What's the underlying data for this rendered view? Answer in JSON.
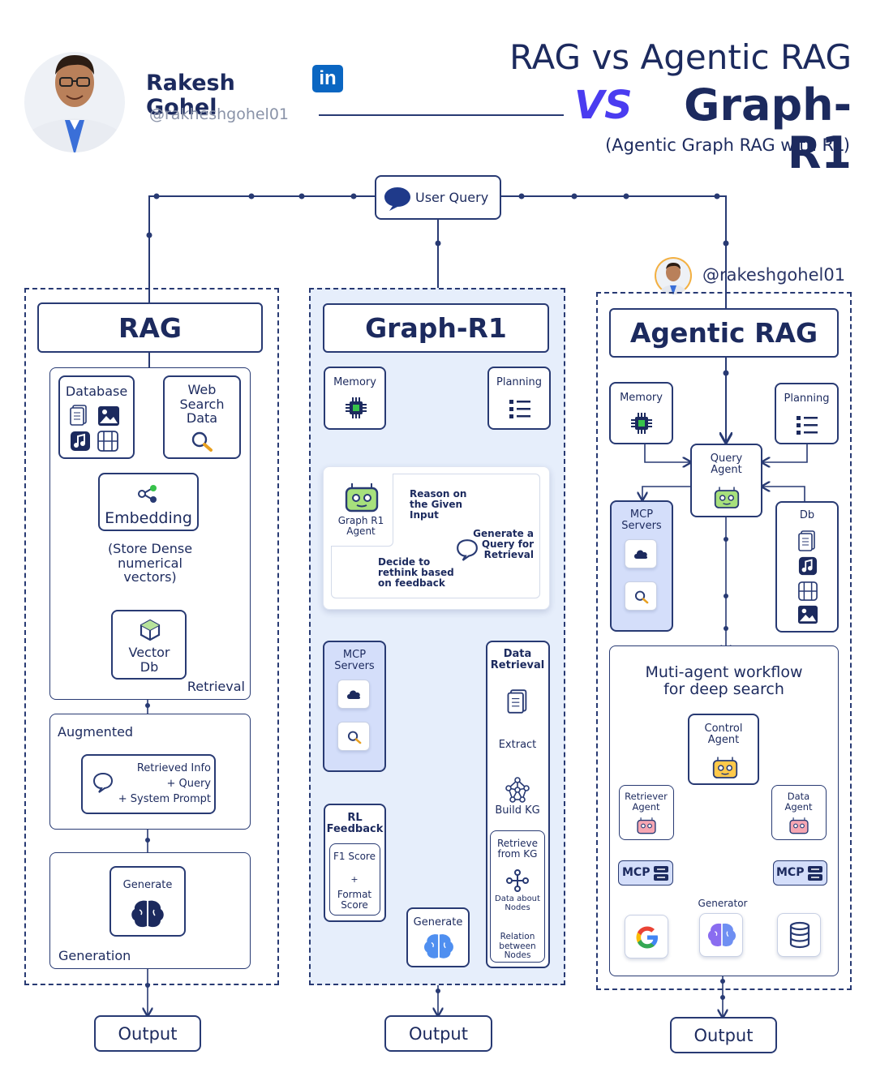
{
  "header": {
    "author_name": "Rakesh Gohel",
    "author_handle": "@rakheshgohel01",
    "title_line1": "RAG vs Agentic RAG",
    "title_vs": "VS",
    "title_line2": "Graph-R1",
    "subtitle": "(Agentic Graph RAG with RL)",
    "linkedin_label": "in",
    "watermark_handle": "@rakeshgohel01"
  },
  "user_query": "User Query",
  "rag": {
    "title": "RAG",
    "database": "Database",
    "web_search": "Web Search Data",
    "embedding": "Embedding",
    "store_note": "(Store Dense numerical vectors)",
    "vector_db": "Vector Db",
    "retrieval": "Retrieval",
    "augmented": "Augmented",
    "retrieved_info_1": "Retrieved Info",
    "retrieved_info_2": "+ Query",
    "retrieved_info_3": "+ System Prompt",
    "generate": "Generate",
    "generation": "Generation",
    "output": "Output"
  },
  "graph": {
    "title": "Graph-R1",
    "memory": "Memory",
    "planning": "Planning",
    "agent": "Graph R1 Agent",
    "reason": "Reason on the Given Input",
    "generate_query": "Generate a Query for Retrieval",
    "rethink": "Decide to rethink based on feedback",
    "mcp": "MCP Servers",
    "data_retrieval": "Data Retrieval",
    "extract": "Extract",
    "build_kg": "Build KG",
    "rl_feedback": "RL Feedback",
    "f1_score": "F1 Score",
    "plus": "+",
    "format_score": "Format Score",
    "generate": "Generate",
    "retrieve_kg": "Retrieve from KG",
    "data_nodes": "Data about Nodes",
    "relation": "Relation between Nodes",
    "output": "Output"
  },
  "agentic": {
    "title": "Agentic RAG",
    "memory": "Memory",
    "planning": "Planning",
    "query_agent": "Query Agent",
    "mcp": "MCP Servers",
    "db": "Db",
    "workflow": "Muti-agent workflow for deep search",
    "control_agent": "Control Agent",
    "retriever_agent": "Retriever Agent",
    "data_agent": "Data Agent",
    "mcp_left": "MCP",
    "mcp_right": "MCP",
    "generator": "Generator",
    "output": "Output"
  },
  "colors": {
    "navy": "#1c2a5e",
    "line": "#283a73",
    "accent_blue": "#2f5bff",
    "accent_purple": "#9b3cf0",
    "panel_blue": "#e6eefb",
    "mcp_blue": "#d4defa",
    "agent_green": "#a7e07c",
    "agent_orange": "#ffc94a",
    "agent_pink": "#f6a6b2",
    "brain_blue": "#4f8ff0",
    "brain_purple": "#8a6df0"
  }
}
